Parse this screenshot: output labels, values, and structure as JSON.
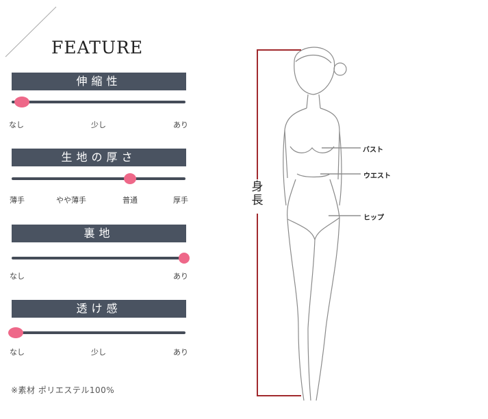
{
  "title": "FEATURE",
  "features": [
    {
      "header": "伸縮性",
      "labels": [
        "なし",
        "少し",
        "あり"
      ],
      "value": 0.0
    },
    {
      "header": "生地の厚さ",
      "labels": [
        "薄手",
        "やや薄手",
        "普通",
        "厚手"
      ],
      "value": 0.68
    },
    {
      "header": "裏地",
      "labels": [
        "なし",
        "あり"
      ],
      "value": 1.0
    },
    {
      "header": "透け感",
      "labels": [
        "なし",
        "少し",
        "あり"
      ],
      "value": 0.0
    }
  ],
  "footnote": "※素材 ポリエステル100%",
  "figure": {
    "height_label": "身長",
    "bust": "バスト",
    "waist": "ウエスト",
    "hip": "ヒップ"
  },
  "colors": {
    "header": "#4a5361",
    "knob": "#ee6889",
    "measure_line": "#a0282c"
  }
}
